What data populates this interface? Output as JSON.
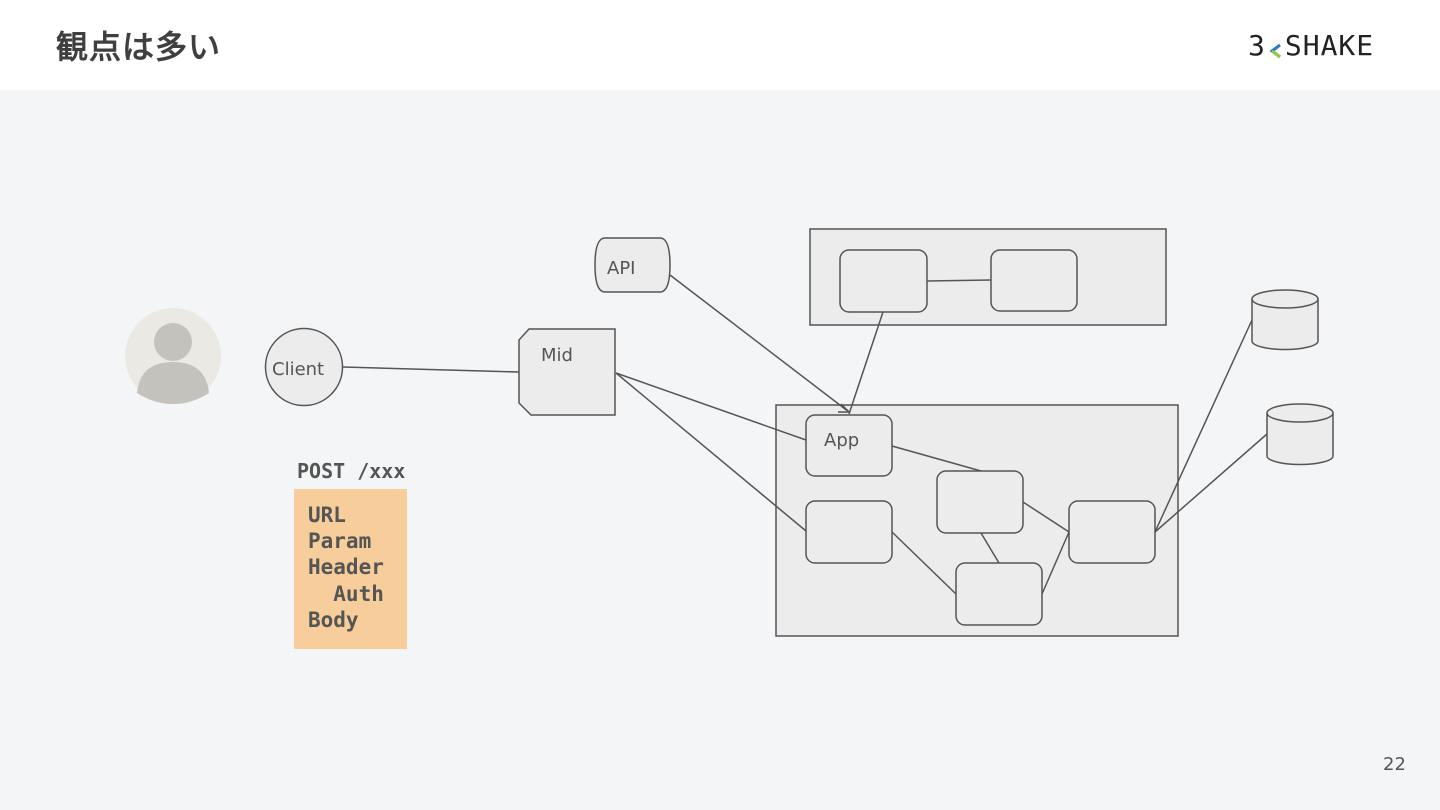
{
  "slide": {
    "title": "観点は多い",
    "page_number": "22",
    "logo": {
      "number": "3",
      "word": "SHAKE"
    }
  },
  "diagram": {
    "nodes": {
      "client": "Client",
      "mid": "Mid",
      "api": "API",
      "app": "App"
    },
    "request": {
      "title": "POST /xxx",
      "items": [
        "URL",
        "Param",
        "Header",
        "  Auth",
        "Body"
      ]
    }
  },
  "colors": {
    "request_box": "#f6cd9b",
    "stroke": "#555555",
    "node_fill": "#ececec",
    "avatar_bg": "#ebe9e4",
    "avatar_figure": "#c4c2bd"
  }
}
